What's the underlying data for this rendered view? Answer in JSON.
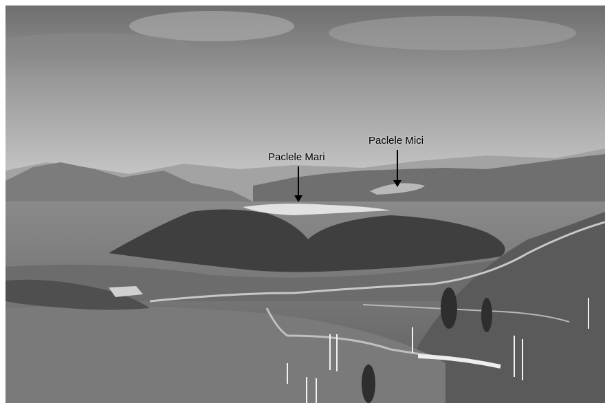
{
  "photo": {
    "mode": "grayscale",
    "annotations": [
      {
        "label": "Paclele Mari"
      },
      {
        "label": "Paclele Mici"
      }
    ]
  }
}
